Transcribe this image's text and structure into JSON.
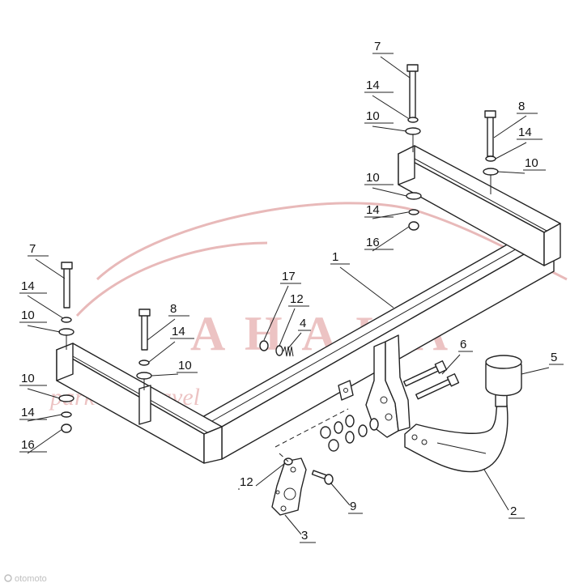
{
  "watermark": {
    "brand": "A H A K A",
    "tagline": "park and travel",
    "color": "#e3a4a4"
  },
  "corner_logo": {
    "text": "otomoto",
    "color": "#bfbfbf"
  },
  "callouts": [
    {
      "id": "c7a",
      "label": "7"
    },
    {
      "id": "c14a",
      "label": "14"
    },
    {
      "id": "c10a",
      "label": "10"
    },
    {
      "id": "c8a",
      "label": "8"
    },
    {
      "id": "c14b",
      "label": "14"
    },
    {
      "id": "c10b",
      "label": "10"
    },
    {
      "id": "c10c",
      "label": "10"
    },
    {
      "id": "c14c",
      "label": "14"
    },
    {
      "id": "c16a",
      "label": "16"
    },
    {
      "id": "c1",
      "label": "1"
    },
    {
      "id": "c7b",
      "label": "7"
    },
    {
      "id": "c14d",
      "label": "14"
    },
    {
      "id": "c10d",
      "label": "10"
    },
    {
      "id": "c8b",
      "label": "8"
    },
    {
      "id": "c14e",
      "label": "14"
    },
    {
      "id": "c10e",
      "label": "10"
    },
    {
      "id": "c10f",
      "label": "10"
    },
    {
      "id": "c14f",
      "label": "14"
    },
    {
      "id": "c16b",
      "label": "16"
    },
    {
      "id": "c17",
      "label": "17"
    },
    {
      "id": "c12a",
      "label": "12"
    },
    {
      "id": "c4",
      "label": "4"
    },
    {
      "id": "c6",
      "label": "6"
    },
    {
      "id": "c5",
      "label": "5"
    },
    {
      "id": "c12b",
      "label": "12"
    },
    {
      "id": "c9",
      "label": "9"
    },
    {
      "id": "c3",
      "label": "3"
    },
    {
      "id": "c2",
      "label": "2"
    }
  ]
}
